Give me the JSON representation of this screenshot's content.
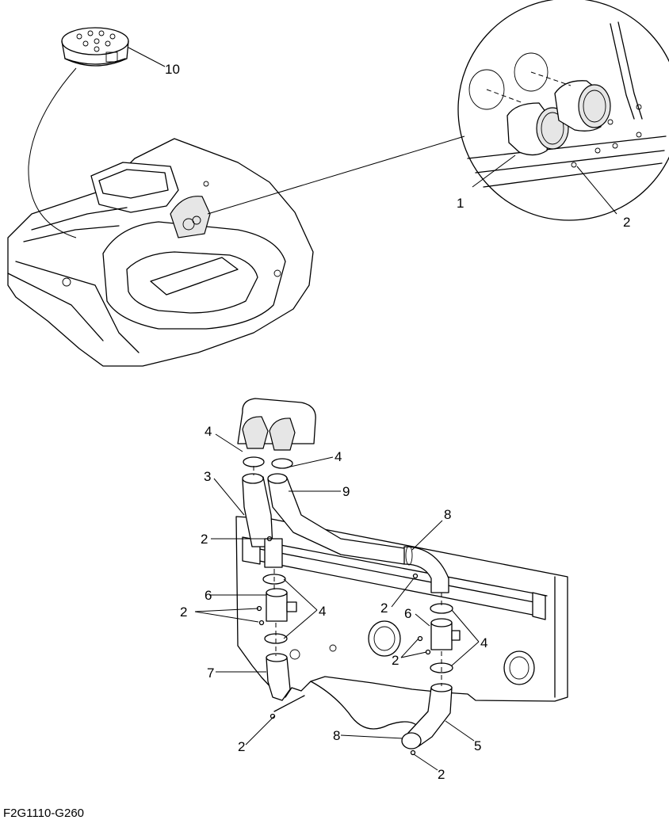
{
  "drawing_code": "F2G1110-G260",
  "callouts": {
    "c10": "10",
    "c1": "1",
    "c2_top": "2",
    "c4_a": "4",
    "c4_b": "4",
    "c3": "3",
    "c9": "9",
    "c8_top": "8",
    "c2_b": "2",
    "c6_left": "6",
    "c2_c": "2",
    "c4_c": "4",
    "c2_d": "2",
    "c6_right": "6",
    "c4_d": "4",
    "c2_e": "2",
    "c7": "7",
    "c2_f": "2",
    "c8_bottom": "8",
    "c5": "5",
    "c2_g": "2"
  }
}
